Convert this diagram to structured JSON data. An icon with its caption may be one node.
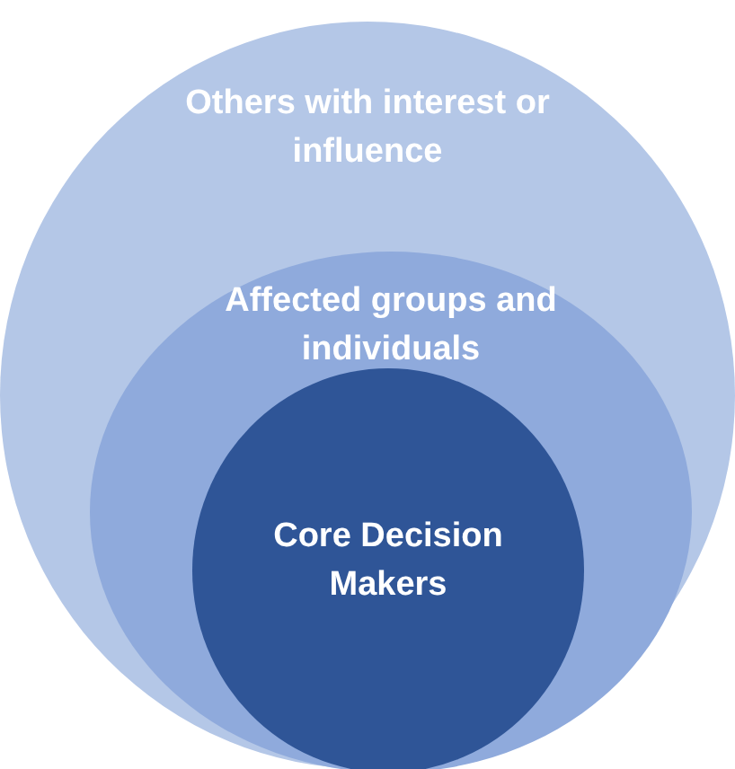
{
  "diagram": {
    "nodes": [
      {
        "text": [
          "Others with interest or influence"
        ]
      },
      {
        "text": [
          "Affected groups and individuals"
        ],
        "in": 0
      },
      {
        "text": [
          "Core Decision Makers"
        ],
        "in": 1
      }
    ]
  }
}
